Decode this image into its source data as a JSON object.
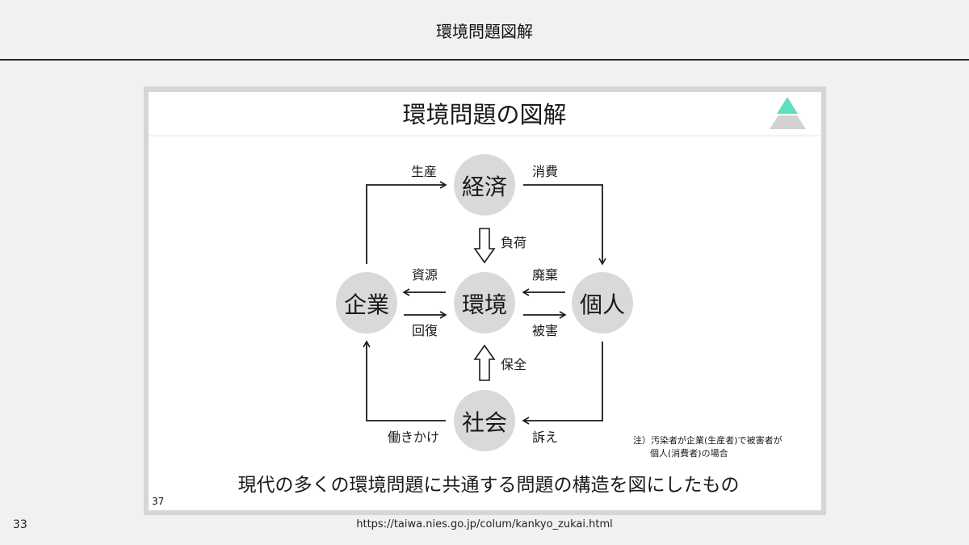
{
  "header": {
    "title": "環境問題図解"
  },
  "slide": {
    "title": "環境問題の図解",
    "nodes": {
      "economy": "経済",
      "environment": "環境",
      "company": "企業",
      "individual": "個人",
      "society": "社会"
    },
    "arrows": {
      "production": "生産",
      "consumption": "消費",
      "load": "負荷",
      "resources": "資源",
      "recovery": "回復",
      "disposal": "廃棄",
      "damage": "被害",
      "conservation": "保全",
      "influence": "働きかけ",
      "appeal": "訴え"
    },
    "note_line1": "注）汚染者が企業(生産者)で被害者が",
    "note_line2": "個人(消費者)の場合",
    "caption": "現代の多くの環境問題に共通する問題の構造を図にしたもの",
    "slide_number": "37",
    "logo": "triangle-logo-icon"
  },
  "footer": {
    "page_number": "33",
    "source_url": "https://taiwa.nies.go.jp/colum/kankyo_zukai.html"
  },
  "colors": {
    "node_fill": "#d9d9d9",
    "logo_accent": "#5fe0c0",
    "logo_base": "#d0d0d0"
  }
}
